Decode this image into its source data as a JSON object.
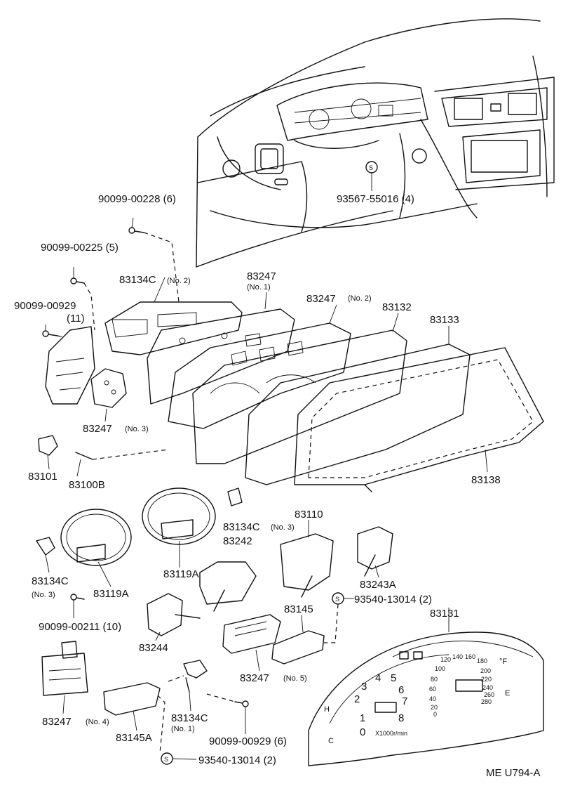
{
  "diagram_code": "ME U794-A",
  "labels": {
    "p93567": "93567-55016 (4)",
    "p90099_00228": "90099-00228 (6)",
    "p90099_00225": "90099-00225 (5)",
    "p90099_00929a": "90099-00929",
    "p90099_00929a_qty": "(11)",
    "p83134C_no2": "83134C",
    "p83134C_no2_sub": "(No. 2)",
    "p83247_no1": "83247",
    "p83247_no1_sub": "(No. 1)",
    "p83247_no2": "83247",
    "p83247_no2_sub": "(No. 2)",
    "p83132": "83132",
    "p83133": "83133",
    "p83247_no3": "83247",
    "p83247_no3_sub": "(No. 3)",
    "p83101": "83101",
    "p83100B": "83100B",
    "p83138": "83138",
    "p83134C_no3a": "83134C",
    "p83134C_no3a_sub": "(No. 3)",
    "p83110": "83110",
    "p83242": "83242",
    "p83134C_no3b": "83134C",
    "p83134C_no3b_sub": "(No. 3)",
    "p83119A_a": "83119A",
    "p83119A_b": "83119A",
    "p83243A": "83243A",
    "p93540_a": "93540-13014 (2)",
    "p83131": "83131",
    "p90099_00211": "90099-00211 (10)",
    "p83145": "83145",
    "p83244": "83244",
    "p83247_no5": "83247",
    "p83247_no5_sub": "(No. 5)",
    "p83247_no4": "83247",
    "p83247_no4_sub": "(No. 4)",
    "p83134C_no1": "83134C",
    "p83134C_no1_sub": "(No. 1)",
    "p90099_00929b": "90099-00929 (6)",
    "p83145A": "83145A",
    "p93540_b": "93540-13014 (2)"
  },
  "cluster_face": {
    "speed_ticks": [
      "0",
      "1",
      "2",
      "3",
      "4",
      "5",
      "6",
      "7",
      "8"
    ],
    "temp_ticks": [
      "0",
      "20",
      "40",
      "60",
      "80",
      "100",
      "120",
      "140",
      "160",
      "180"
    ],
    "temp_ticks_f": [
      "200",
      "220",
      "240",
      "260",
      "280"
    ],
    "unit_f": "°F",
    "h_label": "H",
    "c_label": "C",
    "e_label": "E",
    "x1000": "X1000r/min"
  }
}
